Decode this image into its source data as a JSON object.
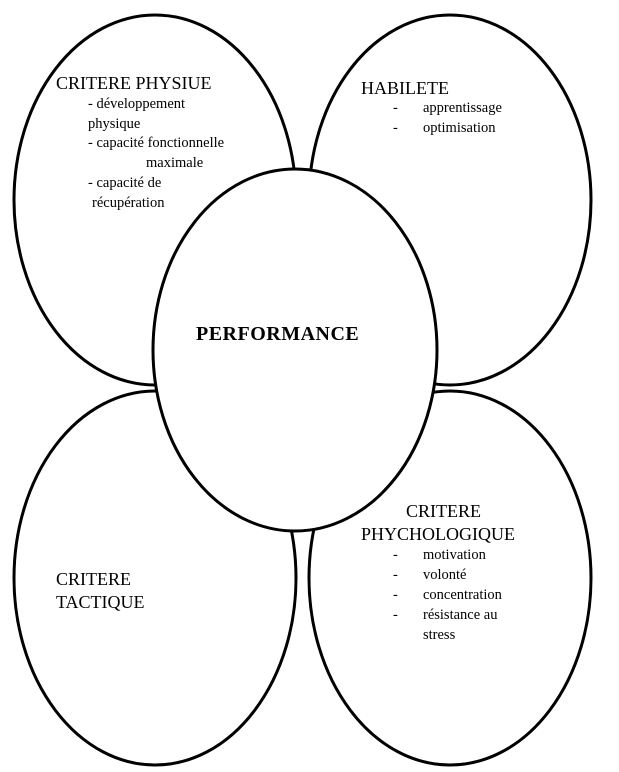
{
  "center": {
    "label": "PERFORMANCE"
  },
  "physique": {
    "title": "CRITERE PHYSIUE",
    "items": [
      {
        "line1": "- développement",
        "line2": "physique"
      },
      {
        "line1": "- capacité fonctionnelle",
        "line2": "maximale"
      },
      {
        "line1": "- capacité de",
        "line2": "récupération"
      }
    ]
  },
  "habilete": {
    "title": "HABILETE",
    "items": [
      {
        "bullet": "-",
        "text": "apprentissage"
      },
      {
        "bullet": "-",
        "text": "optimisation"
      }
    ]
  },
  "tactique": {
    "title_line1": "CRITERE",
    "title_line2": "TACTIQUE"
  },
  "psycho": {
    "title_line1": "CRITERE",
    "title_line2": "PHYCHOLOGIQUE",
    "items": [
      {
        "bullet": "-",
        "text": "motivation"
      },
      {
        "bullet": "-",
        "text": "volonté"
      },
      {
        "bullet": "-",
        "text": "concentration"
      },
      {
        "bullet": "-",
        "text": "résistance au",
        "text2": "stress"
      }
    ]
  }
}
